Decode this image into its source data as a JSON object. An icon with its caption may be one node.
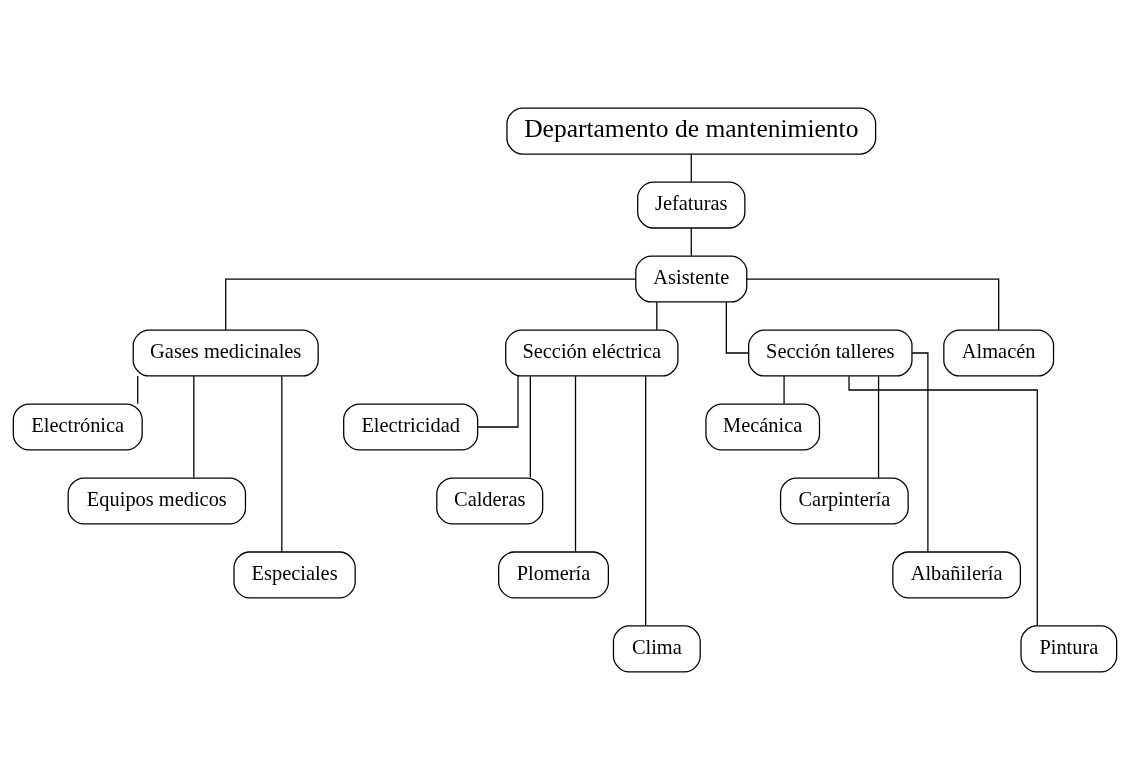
{
  "diagram": {
    "nodes": [
      {
        "text": [
          "Departamento de mantenimiento"
        ]
      },
      {
        "text": [
          "Jefaturas"
        ]
      },
      {
        "text": [
          "Asistente"
        ]
      },
      {
        "text": [
          "Gases medicinales"
        ]
      },
      {
        "text": [
          "Sección eléctrica"
        ]
      },
      {
        "text": [
          "Sección talleres"
        ]
      },
      {
        "text": [
          "Almacén"
        ]
      },
      {
        "text": [
          "Electrónica"
        ]
      },
      {
        "text": [
          "Equipos medicos"
        ]
      },
      {
        "text": [
          "Especiales"
        ]
      },
      {
        "text": [
          "Electricidad"
        ]
      },
      {
        "text": [
          "Calderas"
        ]
      },
      {
        "text": [
          "Plomería"
        ]
      },
      {
        "text": [
          "Clima"
        ]
      },
      {
        "text": [
          "Mecánica"
        ]
      },
      {
        "text": [
          "Carpintería"
        ]
      },
      {
        "text": [
          "Albañilería"
        ]
      },
      {
        "text": [
          "Pintura"
        ]
      }
    ],
    "edges": [
      {
        "from": 0,
        "to": 1,
        "arrow": "none"
      },
      {
        "from": 1,
        "to": 2,
        "arrow": "none"
      },
      {
        "from": 2,
        "to": 3,
        "arrow": "none"
      },
      {
        "from": 2,
        "to": 4,
        "arrow": "none"
      },
      {
        "from": 2,
        "to": 5,
        "arrow": "none"
      },
      {
        "from": 2,
        "to": 6,
        "arrow": "none"
      },
      {
        "from": 3,
        "to": 7,
        "arrow": "none"
      },
      {
        "from": 3,
        "to": 8,
        "arrow": "none"
      },
      {
        "from": 3,
        "to": 9,
        "arrow": "none"
      },
      {
        "from": 4,
        "to": 10,
        "arrow": "none"
      },
      {
        "from": 4,
        "to": 11,
        "arrow": "none"
      },
      {
        "from": 4,
        "to": 12,
        "arrow": "none"
      },
      {
        "from": 4,
        "to": 13,
        "arrow": "none"
      },
      {
        "from": 5,
        "to": 14,
        "arrow": "none"
      },
      {
        "from": 5,
        "to": 15,
        "arrow": "none"
      },
      {
        "from": 5,
        "to": 16,
        "arrow": "none"
      },
      {
        "from": 5,
        "to": 17,
        "arrow": "none"
      }
    ]
  }
}
